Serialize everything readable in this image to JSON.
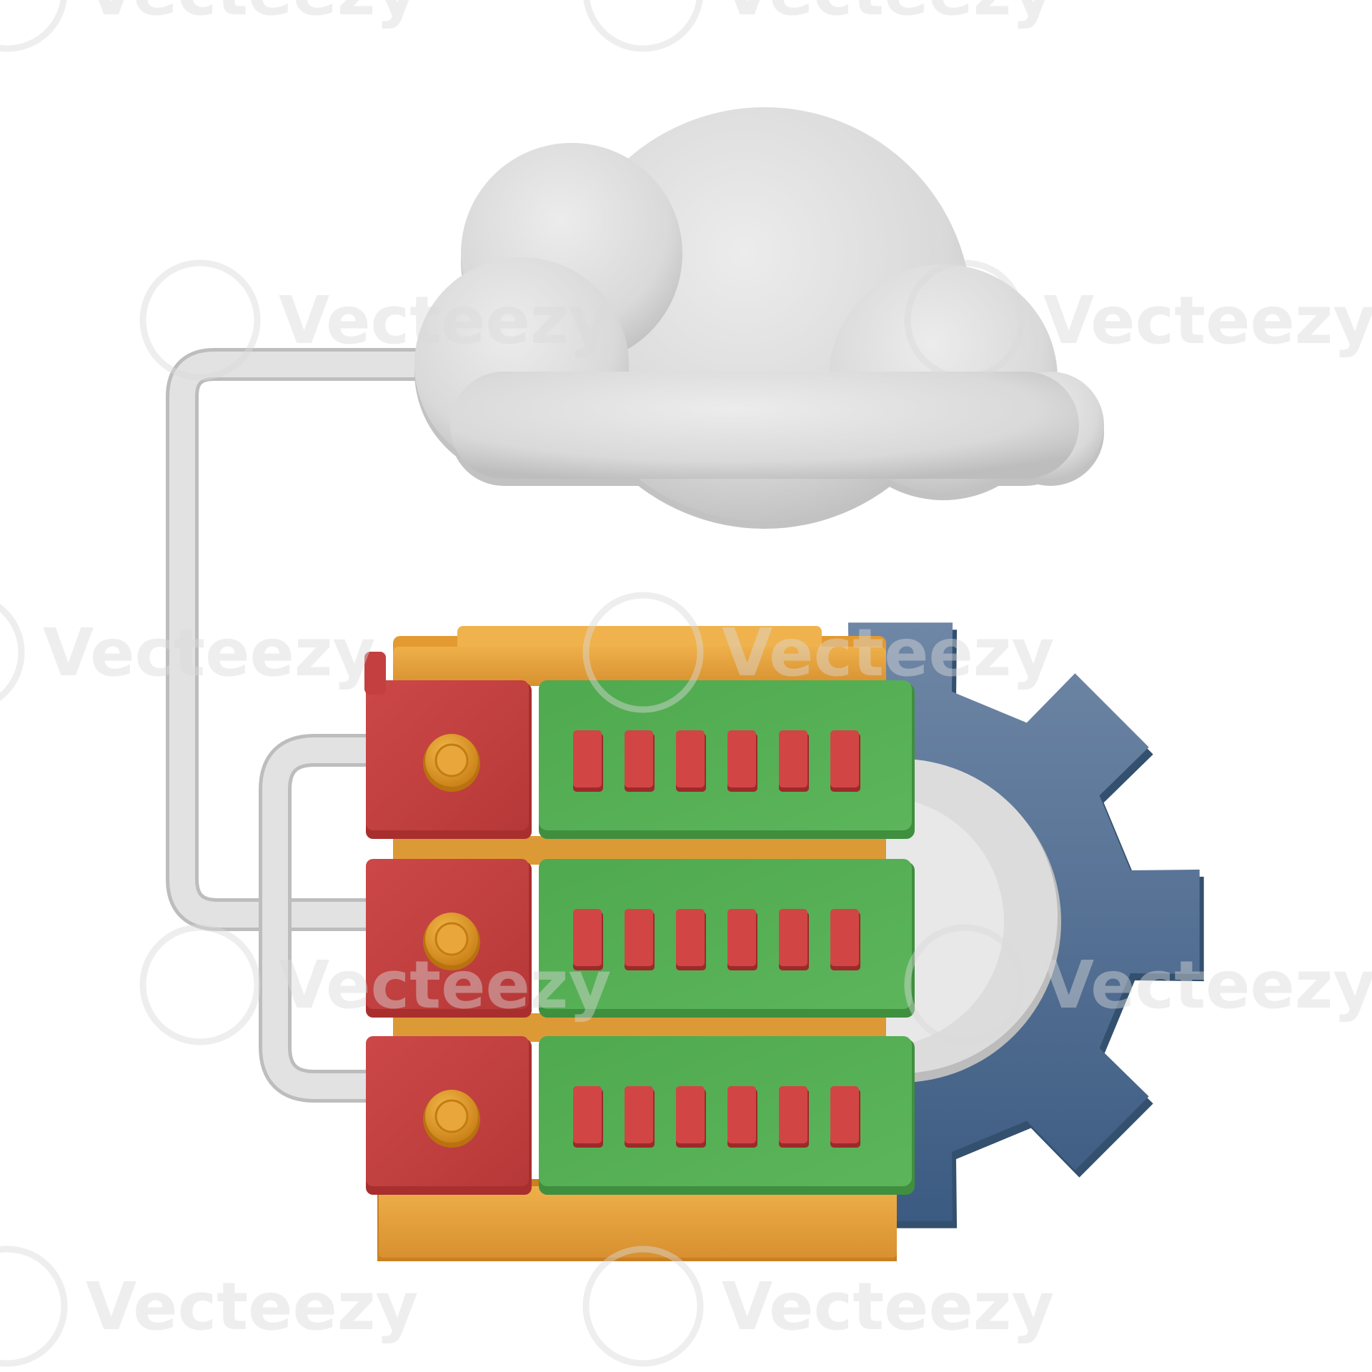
{
  "illustration": {
    "subject": "cloud-server-settings",
    "icons": [
      "cloud-icon",
      "server-rack-icon",
      "gear-icon",
      "cable-icon"
    ],
    "colors": {
      "cloud": "#dcdcdc",
      "cloud_shadow": "#b9b9b9",
      "cable": "#dedede",
      "server_red": "#c94343",
      "server_green": "#55ad54",
      "server_orange": "#e7a23a",
      "knob": "#e39a24",
      "gear_blue": "#4e6d93",
      "gear_hub": "#dadada",
      "background": "#ffffff"
    },
    "server_units": 3,
    "indicator_lights_per_unit": 6
  },
  "watermark": {
    "text": "Vecteezy"
  }
}
